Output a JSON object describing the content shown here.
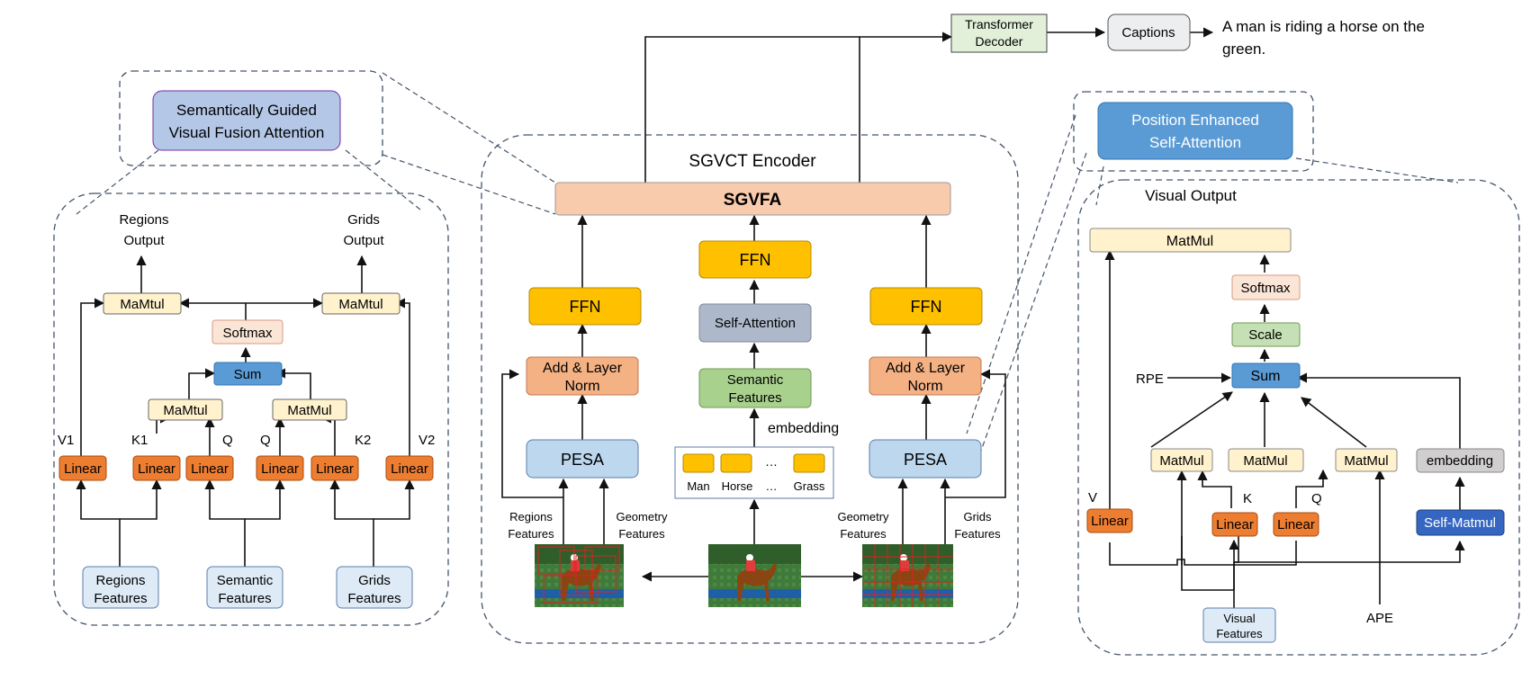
{
  "colors": {
    "accent_blue": "#5b9bd5",
    "self_matmul_blue": "#3566c2",
    "linear_orange": "#ed7d31",
    "ffn_yellow": "#ffc000",
    "sgvfa_peach": "#f8cbad",
    "matmul_cream": "#fff2cc",
    "light_blue": "#bdd7ee",
    "input_blue": "#deebf7",
    "semantic_green": "#a9d18e",
    "scale_green": "#c5e0b4",
    "self_attn_gray": "#adb9ca",
    "embedding_gray": "#d0cece",
    "lavender": "#b4c7e7",
    "decoder_green": "#e2f0d9",
    "dashed_border": "#44546a"
  },
  "top": {
    "decoder_line1": "Transformer",
    "decoder_line2": "Decoder",
    "captions": "Captions",
    "caption_line1": "A man is riding a horse on the",
    "caption_line2": "green."
  },
  "left_panel": {
    "title_line1": "Semantically Guided",
    "title_line2": "Visual Fusion Attention",
    "regions_output_line1": "Regions",
    "regions_output_line2": "Output",
    "grids_output_line1": "Grids",
    "grids_output_line2": "Output",
    "matmul_left": "MaMtul",
    "matmul_right": "MaMtul",
    "softmax": "Softmax",
    "sum": "Sum",
    "matmul_mid_left": "MaMtul",
    "matmul_mid_right": "MatMul",
    "labels": [
      "V1",
      "K1",
      "Q",
      "Q",
      "K2",
      "V2"
    ],
    "linear": "Linear",
    "inputs": [
      {
        "line1": "Regions",
        "line2": "Features"
      },
      {
        "line1": "Semantic",
        "line2": "Features"
      },
      {
        "line1": "Grids",
        "line2": "Features"
      }
    ]
  },
  "encoder": {
    "title": "SGVCT Encoder",
    "sgvfa": "SGVFA",
    "ffn": "FFN",
    "add_norm_line1": "Add & Layer",
    "add_norm_line2": "Norm",
    "pesa": "PESA",
    "self_attention": "Self-Attention",
    "semantic_line1": "Semantic",
    "semantic_line2": "Features",
    "embedding": "embedding",
    "word_labels": [
      "Man",
      "Horse",
      "…",
      "Grass"
    ],
    "word_dots": "…",
    "regions_feat_line1": "Regions",
    "regions_feat_line2": "Features",
    "geometry_line1": "Geometry",
    "geometry_line2": "Features",
    "grids_feat_line1": "Grids",
    "grids_feat_line2": "Features"
  },
  "right_panel": {
    "title_line1": "Position Enhanced",
    "title_line2": "Self-Attention",
    "visual_output": "Visual Output",
    "matmul_top": "MatMul",
    "softmax": "Softmax",
    "scale": "Scale",
    "sum": "Sum",
    "rpe": "RPE",
    "matmul": "MatMul",
    "embedding": "embedding",
    "v": "V",
    "k": "K",
    "q": "Q",
    "linear": "Linear",
    "self_matmul": "Self-Matmul",
    "visual_line1": "Visual",
    "visual_line2": "Features",
    "ape": "APE"
  }
}
